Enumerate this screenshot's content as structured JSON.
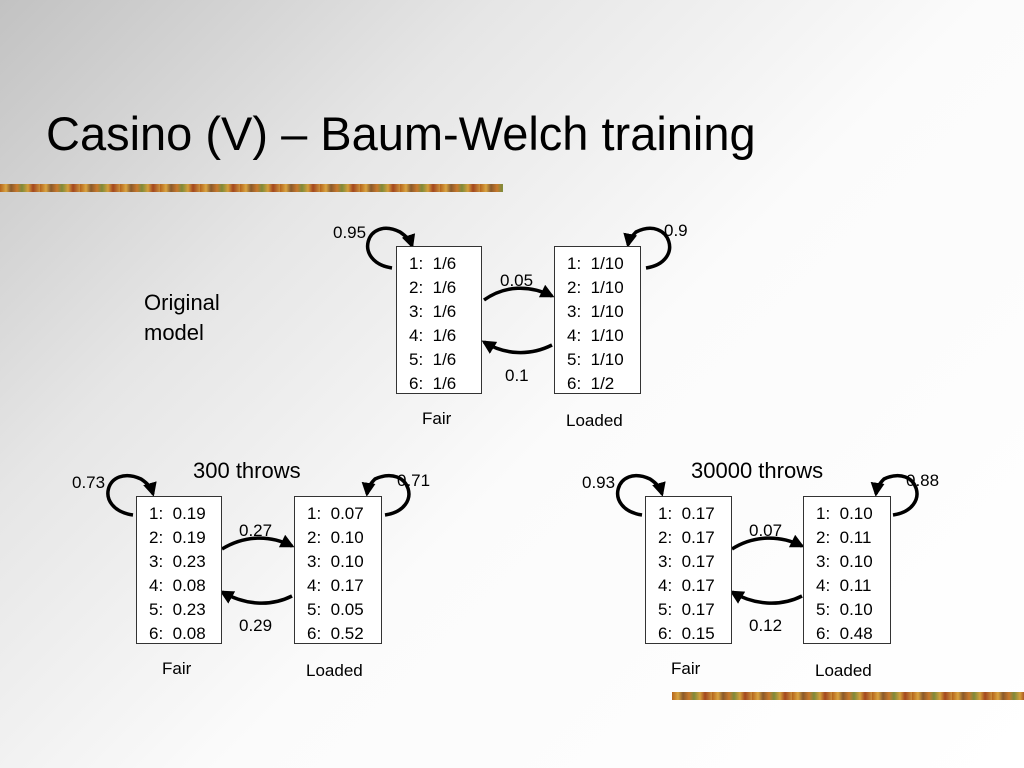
{
  "title": "Casino (V) – Baum-Welch training",
  "original_label": [
    "Original",
    "model"
  ],
  "panels": {
    "original": {
      "fair": {
        "name": "Fair",
        "rows": [
          "1:  1/6",
          "2:  1/6",
          "3:  1/6",
          "4:  1/6",
          "5:  1/6",
          "6:  1/6"
        ]
      },
      "loaded": {
        "name": "Loaded",
        "rows": [
          "1:  1/10",
          "2:  1/10",
          "3:  1/10",
          "4:  1/10",
          "5:  1/10",
          "6:  1/2"
        ]
      },
      "self_fair": "0.95",
      "self_loaded": "0.9",
      "fair_to_loaded": "0.05",
      "loaded_to_fair": "0.1"
    },
    "t300": {
      "heading": "300 throws",
      "fair": {
        "name": "Fair",
        "rows": [
          "1:  0.19",
          "2:  0.19",
          "3:  0.23",
          "4:  0.08",
          "5:  0.23",
          "6:  0.08"
        ]
      },
      "loaded": {
        "name": "Loaded",
        "rows": [
          "1:  0.07",
          "2:  0.10",
          "3:  0.10",
          "4:  0.17",
          "5:  0.05",
          "6:  0.52"
        ]
      },
      "self_fair": "0.73",
      "self_loaded": "0.71",
      "fair_to_loaded": "0.27",
      "loaded_to_fair": "0.29"
    },
    "t30000": {
      "heading": "30000 throws",
      "fair": {
        "name": "Fair",
        "rows": [
          "1:  0.17",
          "2:  0.17",
          "3:  0.17",
          "4:  0.17",
          "5:  0.17",
          "6:  0.15"
        ]
      },
      "loaded": {
        "name": "Loaded",
        "rows": [
          "1:  0.10",
          "2:  0.11",
          "3:  0.10",
          "4:  0.11",
          "5:  0.10",
          "6:  0.48"
        ]
      },
      "self_fair": "0.93",
      "self_loaded": "0.88",
      "fair_to_loaded": "0.07",
      "loaded_to_fair": "0.12"
    }
  }
}
